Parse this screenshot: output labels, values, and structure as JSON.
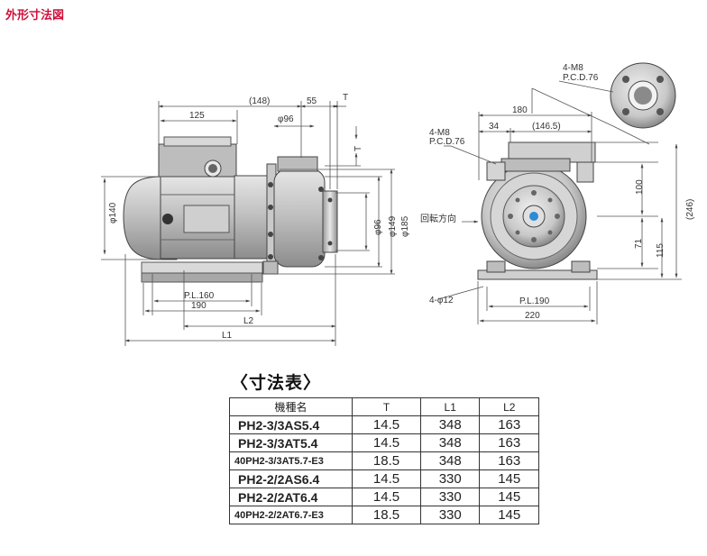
{
  "page": {
    "title": "外形寸法図"
  },
  "side_view": {
    "dims": {
      "d125": "125",
      "d148": "(148)",
      "d55": "55",
      "t": "T",
      "phi96_top": "φ96",
      "phi140": "φ140",
      "phi96": "φ96",
      "phi149": "φ149",
      "phi185": "φ185",
      "pl160": "P.L.160",
      "d190": "190",
      "l2": "L2",
      "l1": "L1"
    }
  },
  "front_view": {
    "dims": {
      "flange_bolts": "4-M8",
      "flange_pcd": "P.C.D.76",
      "d180": "180",
      "d34": "34",
      "d146_5": "(146.5)",
      "port_bolts": "4-M8",
      "port_pcd": "P.C.D.76",
      "rotation": "回転方向",
      "d100": "100",
      "d246": "(246)",
      "d71": "71",
      "d115": "115",
      "holes": "4-φ12",
      "pl190": "P.L.190",
      "d220": "220"
    }
  },
  "table": {
    "heading": "〈寸法表〉",
    "headers": [
      "機種名",
      "T",
      "L1",
      "L2"
    ],
    "rows": [
      {
        "model": "PH2-3/3AS5.4",
        "t": "14.5",
        "l1": "348",
        "l2": "163"
      },
      {
        "model": "PH2-3/3AT5.4",
        "t": "14.5",
        "l1": "348",
        "l2": "163"
      },
      {
        "model": "40PH2-3/3AT5.7-E3",
        "t": "18.5",
        "l1": "348",
        "l2": "163"
      },
      {
        "model": "PH2-2/2AS6.4",
        "t": "14.5",
        "l1": "330",
        "l2": "145"
      },
      {
        "model": "PH2-2/2AT6.4",
        "t": "14.5",
        "l1": "330",
        "l2": "145"
      },
      {
        "model": "40PH2-2/2AT6.7-E3",
        "t": "18.5",
        "l1": "330",
        "l2": "145"
      }
    ]
  }
}
